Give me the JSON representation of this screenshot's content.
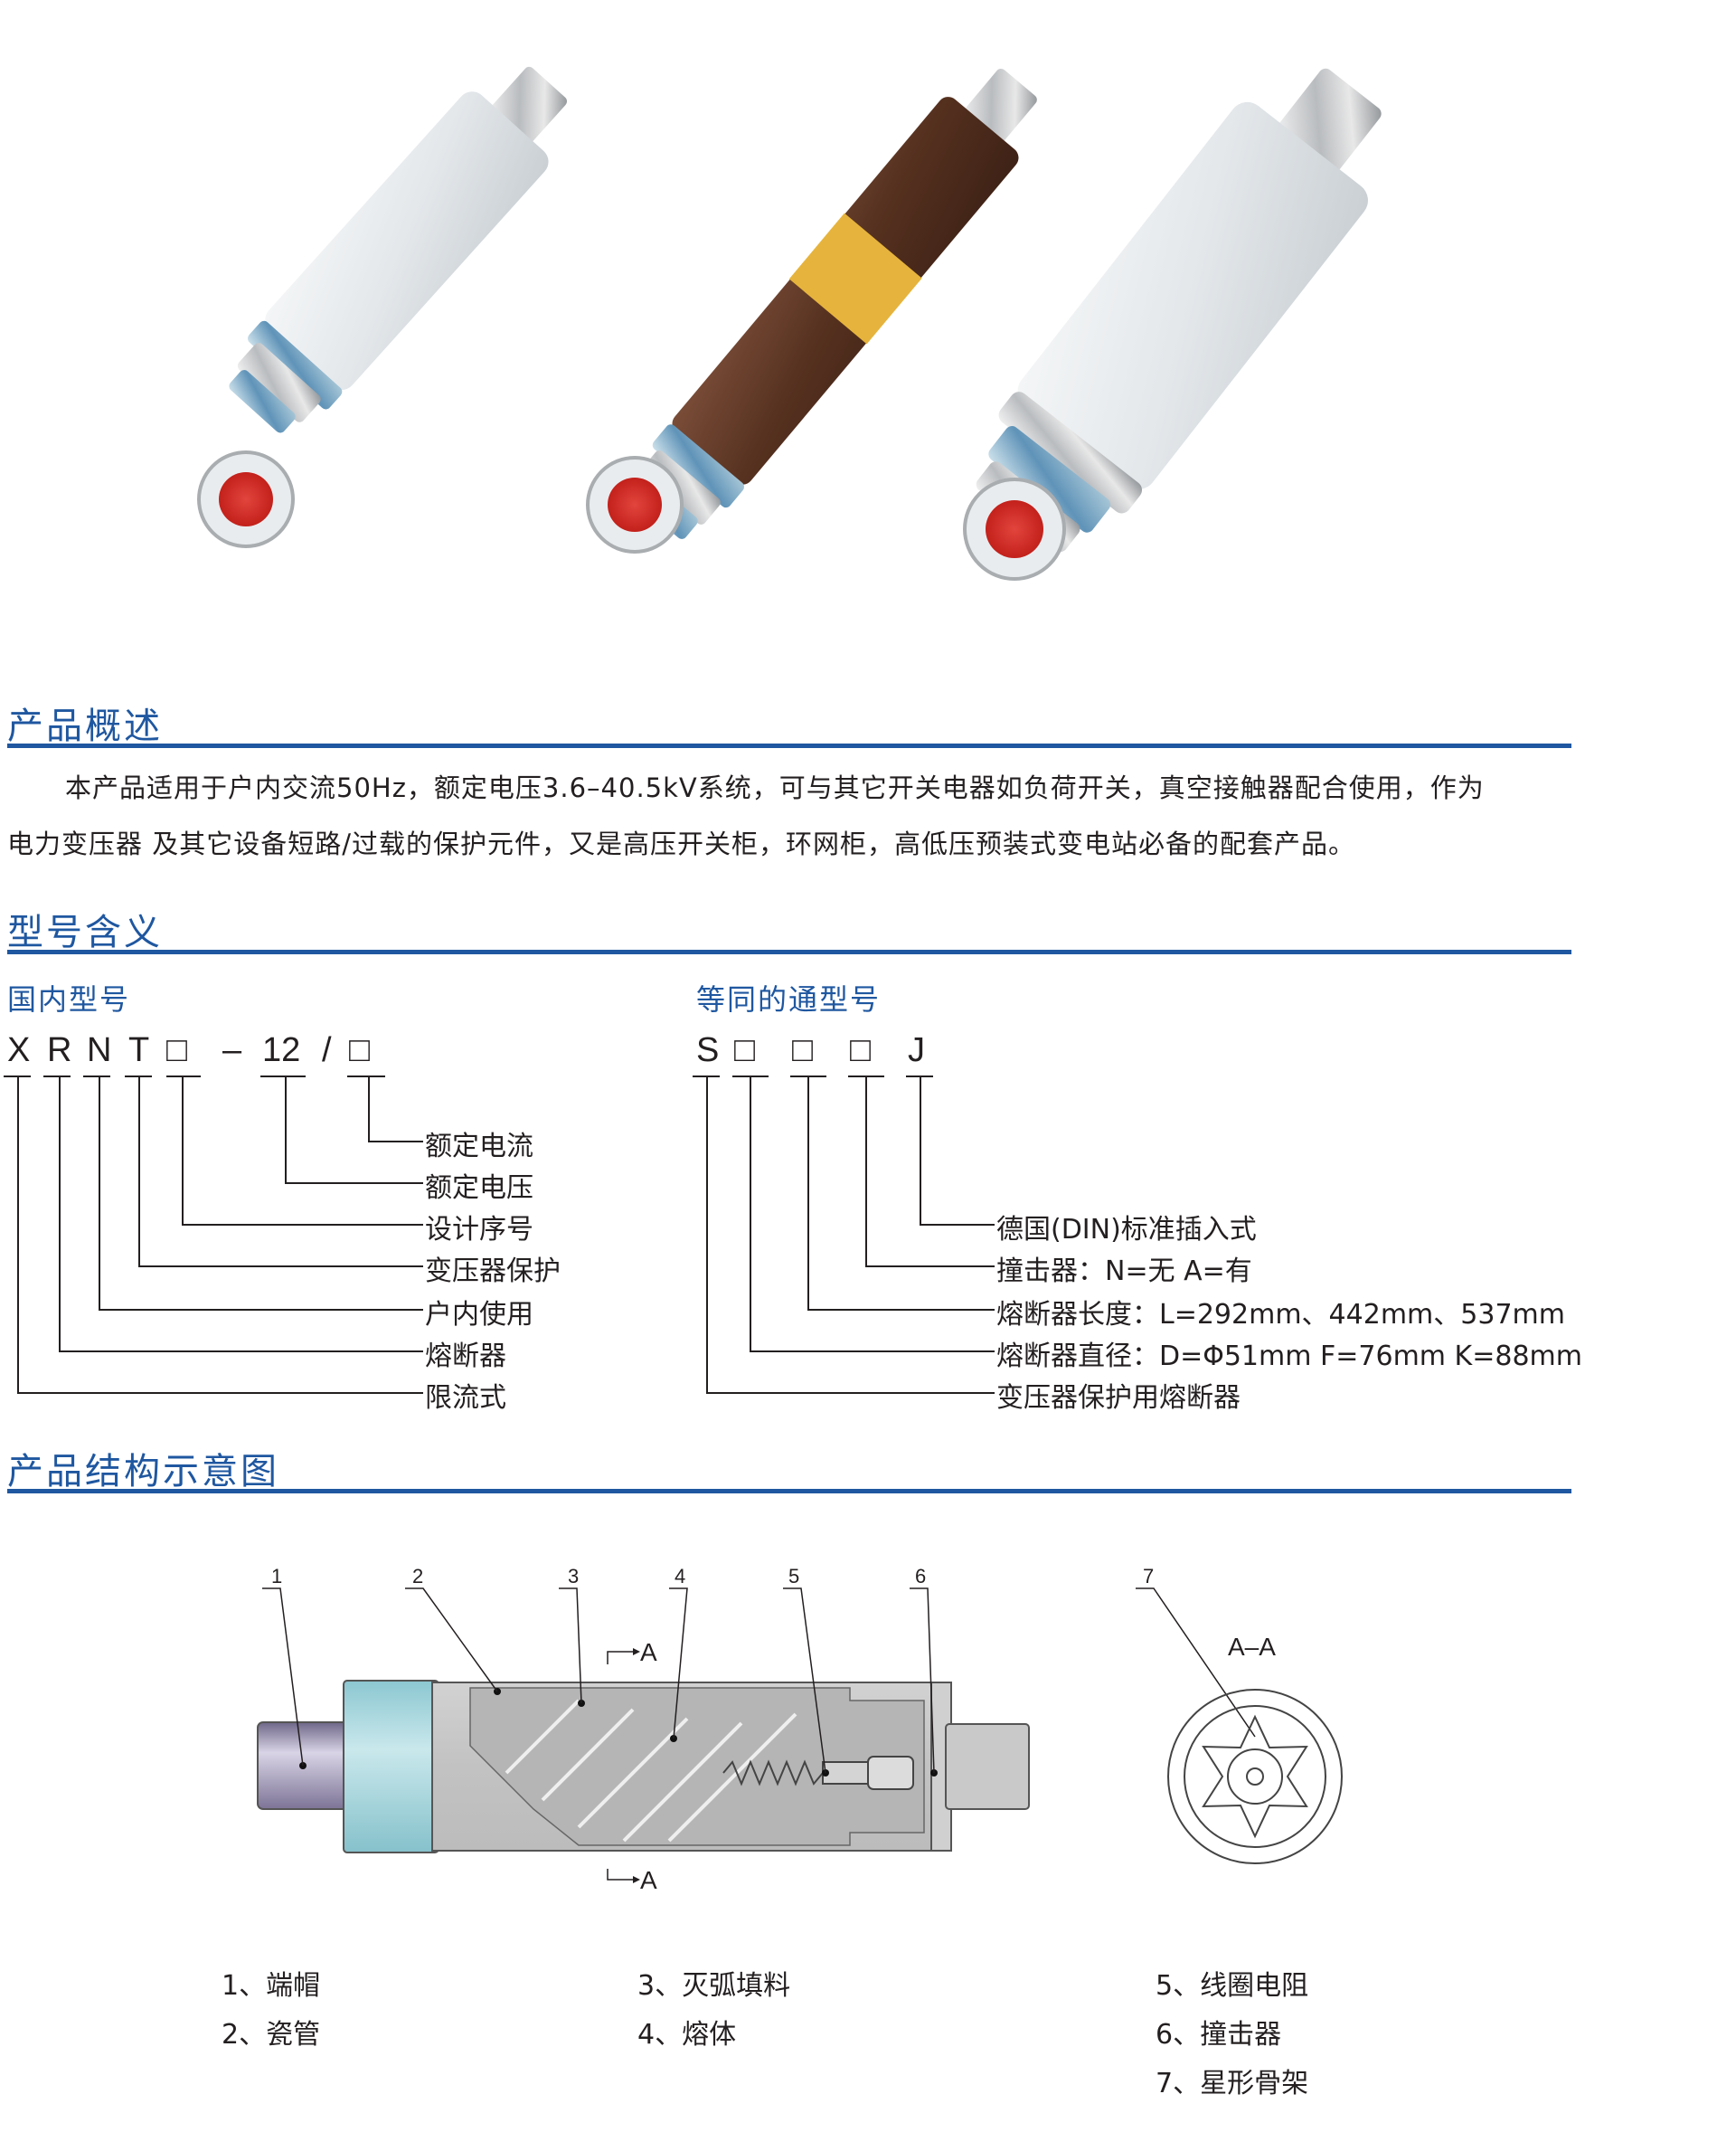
{
  "products": {
    "items": [
      {
        "name": "fuse-white-1",
        "body_color": "#e9edef"
      },
      {
        "name": "fuse-brown-yellow",
        "body_color": "#5a3525",
        "band_color": "#e6b43c"
      },
      {
        "name": "fuse-white-large",
        "body_color": "#e6e9ec"
      }
    ]
  },
  "overview": {
    "title": "产品概述",
    "line1": "本产品适用于户内交流50Hz，额定电压3.6–40.5kV系统，可与其它开关电器如负荷开关，真空接触器配合使用，作为",
    "line2": "电力变压器 及其它设备短路/过载的保护元件，又是高压开关柜，环网柜，高低压预装式变电站必备的配套产品。"
  },
  "model_meaning": {
    "title": "型号含义",
    "domestic": {
      "heading": "国内型号",
      "code_parts": [
        "X",
        "R",
        "N",
        "T",
        "□",
        "–",
        "12",
        "/",
        "□"
      ],
      "labels": [
        "额定电流",
        "额定电压",
        "设计序号",
        "变压器保护",
        "户内使用",
        "熔断器",
        "限流式"
      ]
    },
    "equivalent": {
      "heading": "等同的通型号",
      "code_parts": [
        "S",
        "□",
        "□",
        "□",
        "J"
      ],
      "labels": [
        "德国(DIN)标准插入式",
        "撞击器：N=无  A=有",
        "熔断器长度：L=292mm、442mm、537mm",
        "熔断器直径：D=Φ51mm F=76mm K=88mm",
        "变压器保护用熔断器"
      ]
    }
  },
  "structure": {
    "title": "产品结构示意图",
    "callouts": [
      "1",
      "2",
      "3",
      "4",
      "5",
      "6",
      "7"
    ],
    "section_marker": "A",
    "section_label": "A–A",
    "legend": [
      "1、端帽",
      "2、瓷管",
      "3、灭弧填料",
      "4、熔体",
      "5、线圈电阻",
      "6、撞击器",
      "7、星形骨架"
    ],
    "colors": {
      "cap": "#9a8fb4",
      "ring": "#9fd3db",
      "body": "#c6c6c6"
    }
  }
}
